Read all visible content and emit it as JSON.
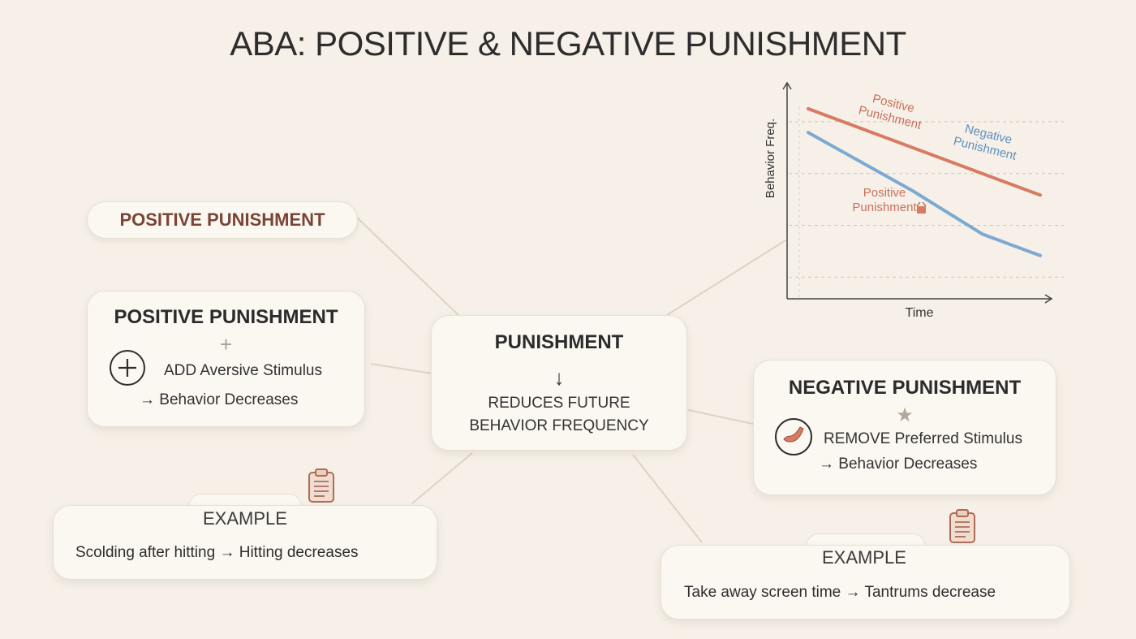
{
  "title": "ABA: POSITIVE & NEGATIVE PUNISHMENT",
  "colors": {
    "positive": "#d77b62",
    "negative": "#7ca9d1",
    "pill_text": "#7a4436",
    "background": "#f6f0e8"
  },
  "pill_label": "POSITIVE PUNISHMENT",
  "positive_card": {
    "heading": "POSITIVE PUNISHMENT",
    "plus_sign": "+",
    "icon": "plus-circle-icon",
    "line1": "ADD Aversive Stimulus",
    "line2": "→ Behavior Decreases"
  },
  "center_card": {
    "heading": "PUNISHMENT",
    "arrow": "↓",
    "line1": "REDUCES FUTURE",
    "line2": "BEHAVIOR FREQUENCY"
  },
  "negative_card": {
    "heading": "NEGATIVE PUNISHMENT",
    "star": "★",
    "icon": "remove-circle-icon",
    "line1": "REMOVE Preferred Stimulus",
    "line2": "→ Behavior Decreases"
  },
  "example_left": {
    "label": "EXAMPLE",
    "icon": "clipboard-icon",
    "text": "Scolding after hitting → Hitting decreases"
  },
  "example_right": {
    "label": "EXAMPLE",
    "icon": "clipboard-icon",
    "text": "Take away screen time → Tantrums decrease"
  },
  "chart_data": {
    "type": "line",
    "xlabel": "Time",
    "ylabel": "Behavior Freq.",
    "grid": "dashed horizontal",
    "series": [
      {
        "name": "Positive Punishment",
        "color": "#d77b62",
        "x": [
          0,
          1
        ],
        "y": [
          0.88,
          0.48
        ]
      },
      {
        "name": "Negative Punishment",
        "color": "#7ca9d1",
        "x": [
          0,
          0.45,
          0.75,
          1
        ],
        "y": [
          0.77,
          0.5,
          0.3,
          0.2
        ]
      }
    ],
    "annotations": [
      {
        "text": "Positive\nPunishment",
        "series": "Positive Punishment"
      },
      {
        "text": "Negative\nPunishment",
        "series": "Negative Punishment"
      },
      {
        "text": "Positive\nPunishment",
        "series": "Positive Punishment",
        "icon": "small-box-icon"
      }
    ]
  }
}
